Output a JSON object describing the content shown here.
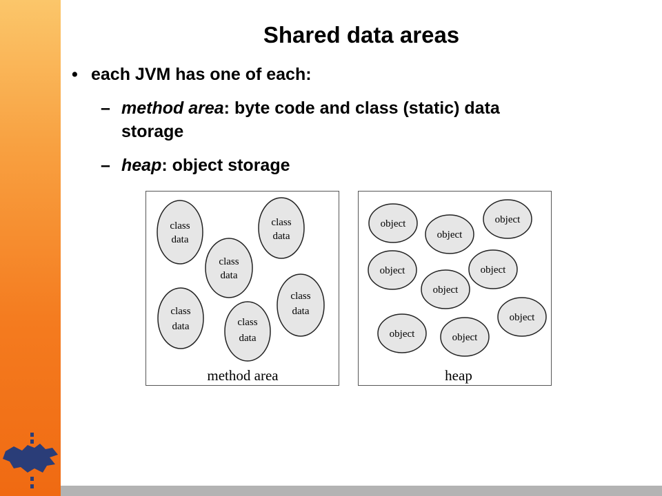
{
  "slide": {
    "title": "Shared data areas",
    "bullet": "each JVM has one of each:",
    "subitems": [
      {
        "term": "method area",
        "desc": ": byte code and class (static) data",
        "desc_cont": "storage"
      },
      {
        "term": "heap",
        "desc": ": object storage"
      }
    ]
  },
  "diagram": {
    "method_area": {
      "label": "method area",
      "blob_line1": "class",
      "blob_line2": "data"
    },
    "heap": {
      "label": "heap",
      "blob_text": "object"
    }
  },
  "colors": {
    "sidebar_top": "#fbc66a",
    "sidebar_bottom": "#f06a12",
    "bottom_bar": "#b3b3b3",
    "blob_fill": "#e6e6e6"
  }
}
